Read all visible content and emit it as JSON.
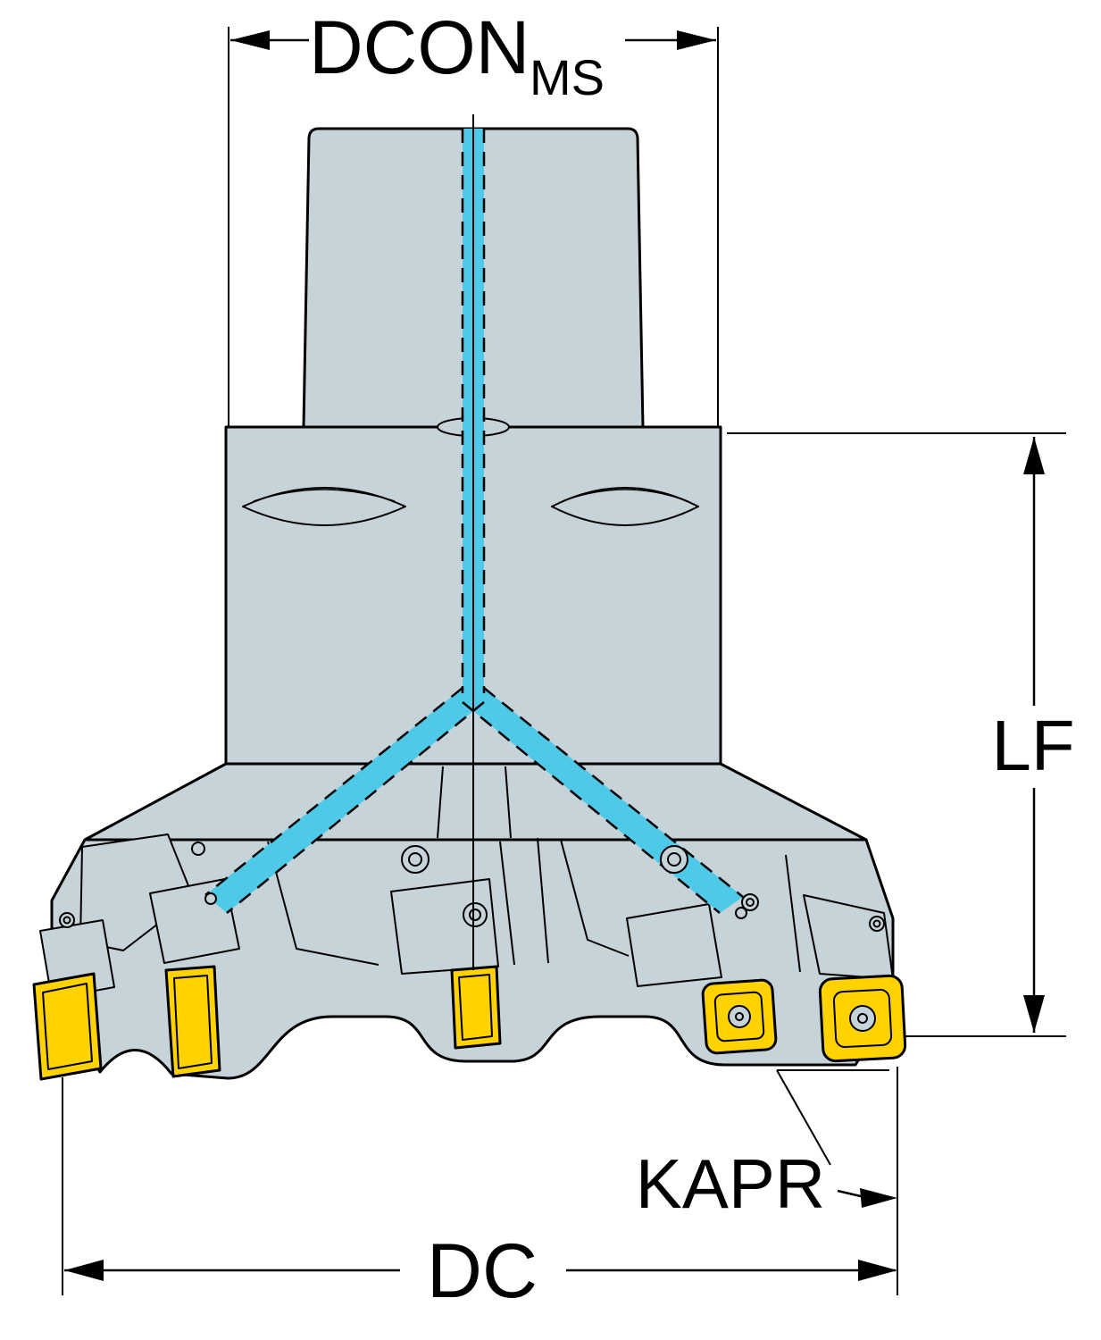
{
  "diagram": {
    "labels": {
      "dcon": "DCON",
      "dcon_sub": "MS",
      "lf": "LF",
      "kapr": "KAPR",
      "dc": "DC"
    },
    "colors": {
      "background": "#ffffff",
      "body": "#c6d3d9",
      "insert": "#ffd200",
      "coolant": "#4ec9e8",
      "line": "#000000"
    }
  }
}
